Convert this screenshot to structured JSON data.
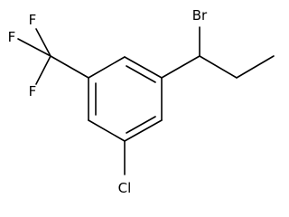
{
  "structure": {
    "atoms": {
      "bromine": "Br",
      "chlorine": "Cl",
      "fluorine_1": "F",
      "fluorine_2": "F",
      "fluorine_3": "F"
    }
  },
  "colors": {
    "bond": "#000000",
    "label": "#000000",
    "background": "#ffffff"
  }
}
